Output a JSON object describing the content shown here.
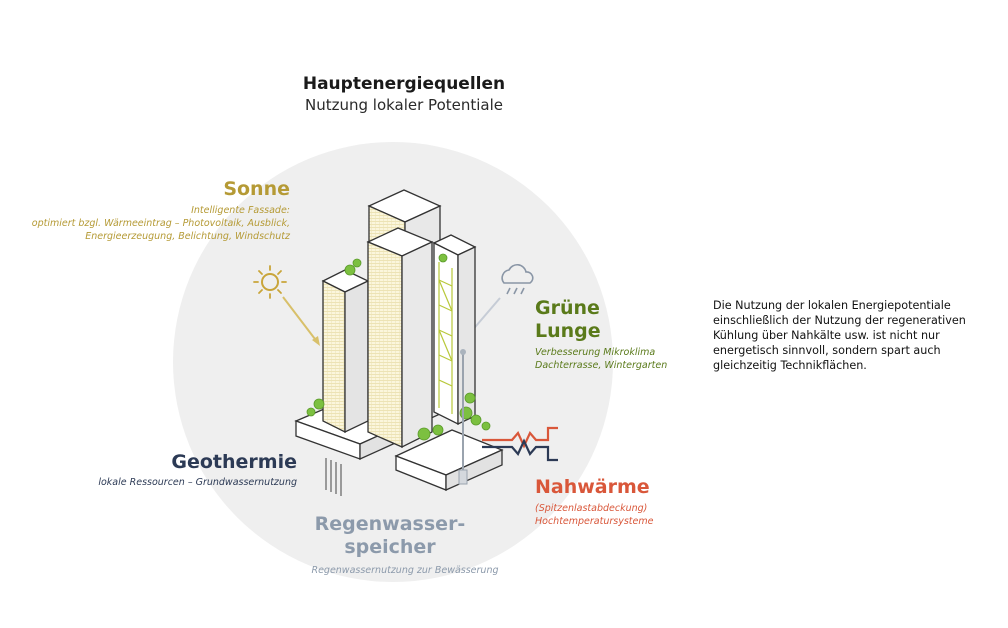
{
  "header": {
    "title": "Hauptenergiequellen",
    "subtitle": "Nutzung lokaler Potentiale"
  },
  "labels": {
    "sonne": {
      "title": "Sonne",
      "lines": [
        "Intelligente Fassade:",
        "optimiert bzgl. Wärmeeintrag – Photovoltaik, Ausblick,",
        "Energieerzeugung, Belichtung, Windschutz"
      ],
      "color": "#b59a35"
    },
    "gruene_lunge": {
      "title_lines": [
        "Grüne",
        "Lunge"
      ],
      "lines": [
        "Verbesserung Mikroklima",
        "Dachterrasse, Wintergarten"
      ],
      "color": "#5a7a1a"
    },
    "geothermie": {
      "title": "Geothermie",
      "lines": [
        "lokale Ressourcen – Grundwassernutzung"
      ],
      "color": "#2c3a55"
    },
    "nahwaerme": {
      "title": "Nahwärme",
      "lines": [
        "(Spitzenlastabdeckung)",
        "Hochtemperatursysteme"
      ],
      "color": "#d9573a"
    },
    "regenwasser": {
      "title_lines": [
        "Regenwasser-",
        "speicher"
      ],
      "lines": [
        "Regenwassernutzung zur Bewässerung"
      ],
      "color": "#8c9aab"
    }
  },
  "side_note": {
    "lines": [
      "Die Nutzung der lokalen Energiepotentiale",
      "einschließlich der Nutzung der regenerativen",
      "Kühlung über Nahkälte usw. ist nicht nur",
      "energetisch sinnvoll, sondern spart auch",
      "gleichzeitig Technikflächen."
    ]
  },
  "icons": {
    "sun": "sun-icon",
    "cloud": "rain-cloud-icon",
    "geothermal": "geothermal-probe-icon",
    "district_heat": "district-heat-pipes-icon"
  }
}
